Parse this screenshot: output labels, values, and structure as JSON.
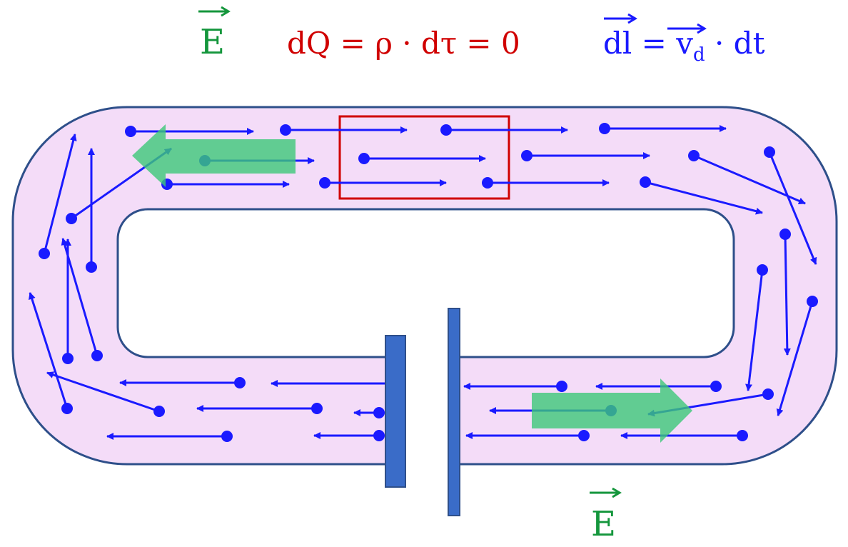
{
  "labels": {
    "field_top": "E",
    "charge_eq": "dQ = ρ · dτ = 0",
    "dl_lhs": "dl",
    "dl_eq": " = ",
    "vd": "v",
    "vd_sub": "d",
    "dl_rhs": " · dt",
    "field_bottom": "E"
  },
  "colors": {
    "field": "#14963c",
    "charge": "#d00000",
    "drift": "#1a1aff",
    "wire_fill": "#f4dcf8",
    "wire_stroke": "#2e4f8a",
    "battery": "#3a6cc8",
    "field_arrow": "#3cc878"
  },
  "drift_arrows": [
    [
      183,
      184,
      355,
      184
    ],
    [
      400,
      182,
      570,
      182
    ],
    [
      625,
      182,
      795,
      182
    ],
    [
      847,
      180,
      1017,
      180
    ],
    [
      287,
      225,
      440,
      225
    ],
    [
      510,
      222,
      680,
      222
    ],
    [
      738,
      218,
      910,
      218
    ],
    [
      972,
      218,
      1128,
      285
    ],
    [
      234,
      258,
      405,
      258
    ],
    [
      455,
      256,
      625,
      256
    ],
    [
      683,
      256,
      853,
      256
    ],
    [
      904,
      255,
      1068,
      298
    ],
    [
      100,
      306,
      240,
      208
    ],
    [
      62,
      355,
      105,
      188
    ],
    [
      128,
      374,
      128,
      208
    ],
    [
      95,
      502,
      95,
      335
    ],
    [
      136,
      498,
      88,
      334
    ],
    [
      94,
      572,
      42,
      410
    ],
    [
      223,
      576,
      66,
      522
    ],
    [
      1078,
      213,
      1143,
      370
    ],
    [
      1100,
      328,
      1103,
      497
    ],
    [
      1068,
      378,
      1048,
      547
    ],
    [
      1138,
      422,
      1090,
      582
    ],
    [
      1076,
      552,
      908,
      580
    ],
    [
      336,
      536,
      168,
      536
    ],
    [
      548,
      537,
      380,
      537
    ],
    [
      444,
      572,
      276,
      572
    ],
    [
      318,
      611,
      150,
      611
    ],
    [
      531,
      578,
      496,
      578
    ],
    [
      531,
      610,
      440,
      610
    ],
    [
      787,
      541,
      650,
      541
    ],
    [
      1003,
      541,
      835,
      541
    ],
    [
      856,
      575,
      686,
      575
    ],
    [
      818,
      610,
      653,
      610
    ],
    [
      1040,
      610,
      870,
      610
    ]
  ]
}
